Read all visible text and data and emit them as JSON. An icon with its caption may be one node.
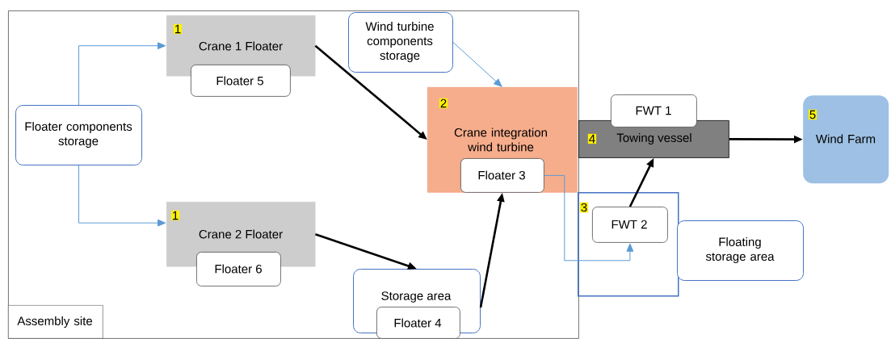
{
  "diagram": {
    "nodes": [
      {
        "text": [],
        "shape": "box"
      },
      {
        "text": [
          "1",
          "Crane 1 Floater"
        ],
        "in": 0
      },
      {
        "text": [
          "Floater 5"
        ],
        "in": 0
      },
      {
        "text": [
          "Floater components storage"
        ],
        "in": 0
      },
      {
        "text": [
          "Wind turbine components storage"
        ],
        "in": 0
      },
      {
        "text": [
          "2",
          "Crane integration wind turbine"
        ],
        "in": 0
      },
      {
        "text": [
          "Floater 3"
        ],
        "in": 5
      },
      {
        "text": [
          "1",
          "Crane 2 Floater"
        ],
        "in": 0
      },
      {
        "text": [
          "Floater 6"
        ],
        "in": 0
      },
      {
        "text": [
          "Storage area"
        ],
        "in": 0
      },
      {
        "text": [
          "Floater 4"
        ],
        "in": 9
      },
      {
        "text": [
          "4",
          "Towing vessel"
        ]
      },
      {
        "text": [
          "FWT 1"
        ]
      },
      {
        "text": [
          "3"
        ]
      },
      {
        "text": [
          "FWT 2"
        ],
        "in": 13
      },
      {
        "text": [
          "Floating storage area"
        ]
      },
      {
        "text": [
          "5",
          "Wind Farm"
        ]
      },
      {
        "text": [
          "Assembly site"
        ],
        "in": 0
      }
    ],
    "edges": [
      {
        "from": 3,
        "to": 1,
        "arrow": "to",
        "color": "#5b9bd5"
      },
      {
        "from": 3,
        "to": 7,
        "arrow": "to",
        "color": "#5b9bd5"
      },
      {
        "from": 4,
        "to": 5,
        "arrow": "to",
        "color": "#5b9bd5"
      },
      {
        "from": 1,
        "to": 5,
        "arrow": "to"
      },
      {
        "from": 7,
        "to": 9,
        "arrow": "to"
      },
      {
        "from": 9,
        "to": 6,
        "arrow": "to"
      },
      {
        "from": 6,
        "to": 14,
        "arrow": "to",
        "color": "#5b9bd5"
      },
      {
        "from": 14,
        "to": 11,
        "arrow": "to"
      },
      {
        "from": 11,
        "to": 16,
        "arrow": "to"
      }
    ]
  }
}
